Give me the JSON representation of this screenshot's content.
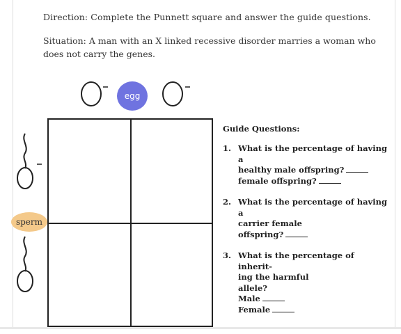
{
  "direction": "Direction: Complete the Punnett square and answer the guide questions.",
  "situation": "Situation: A man with an X linked recessive disorder marries a woman who does not carry the genes.",
  "egg_label": "egg",
  "sperm_label": "sperm",
  "guide": {
    "title": "Guide Questions:",
    "questions": [
      {
        "num": "1.",
        "lines": [
          "What is the percentage of having a",
          "healthy male offspring?",
          "female offspring?"
        ]
      },
      {
        "num": "2.",
        "lines": [
          "What is the percentage of having a",
          "carrier female",
          "offspring?"
        ]
      },
      {
        "num": "3.",
        "lines": [
          "What is the percentage of inherit-",
          "ing the harmful",
          "allele?",
          "Male",
          "Female"
        ]
      }
    ]
  }
}
